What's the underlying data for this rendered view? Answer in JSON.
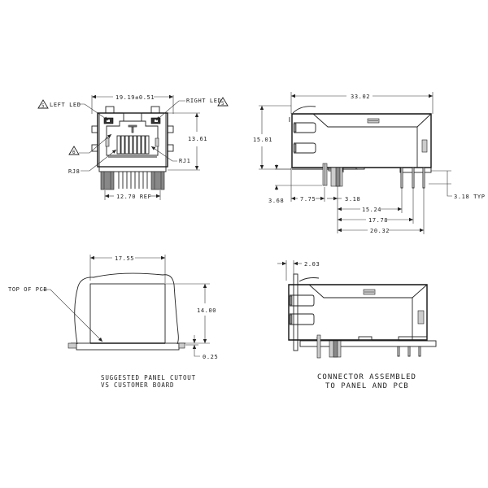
{
  "front_view": {
    "width_dim": "19.19±0.51",
    "height_dim": "13.61",
    "pin_span_dim": "12.70 REF",
    "left_led_label": "LEFT LED",
    "left_led_note": "5",
    "right_led_label": "RIGHT LED",
    "right_led_note": "5",
    "note_6": "6",
    "rj8_label": "RJ8",
    "rj1_label": "RJ1"
  },
  "side_view": {
    "length_dim": "33.02",
    "height_dim": "15.01",
    "pin_depth_dim": "3.68",
    "front_to_peg_dim": "7.75",
    "peg_to_pin_dim": "3.18",
    "pin1_dim": "15.24",
    "pin2_dim": "17.78",
    "pin3_dim": "20.32",
    "pin_length_dim": "3.18 TYP"
  },
  "panel_cutout": {
    "width_dim": "17.55",
    "height_dim": "14.00",
    "offset_dim": "0.25",
    "top_of_pcb_label": "TOP OF PCB",
    "caption_line1": "SUGGESTED PANEL CUTOUT",
    "caption_line2": "VS CUSTOMER BOARD"
  },
  "assembled_view": {
    "panel_offset_dim": "2.03",
    "caption_line1": "CONNECTOR ASSEMBLED",
    "caption_line2": "TO PANEL AND PCB"
  }
}
